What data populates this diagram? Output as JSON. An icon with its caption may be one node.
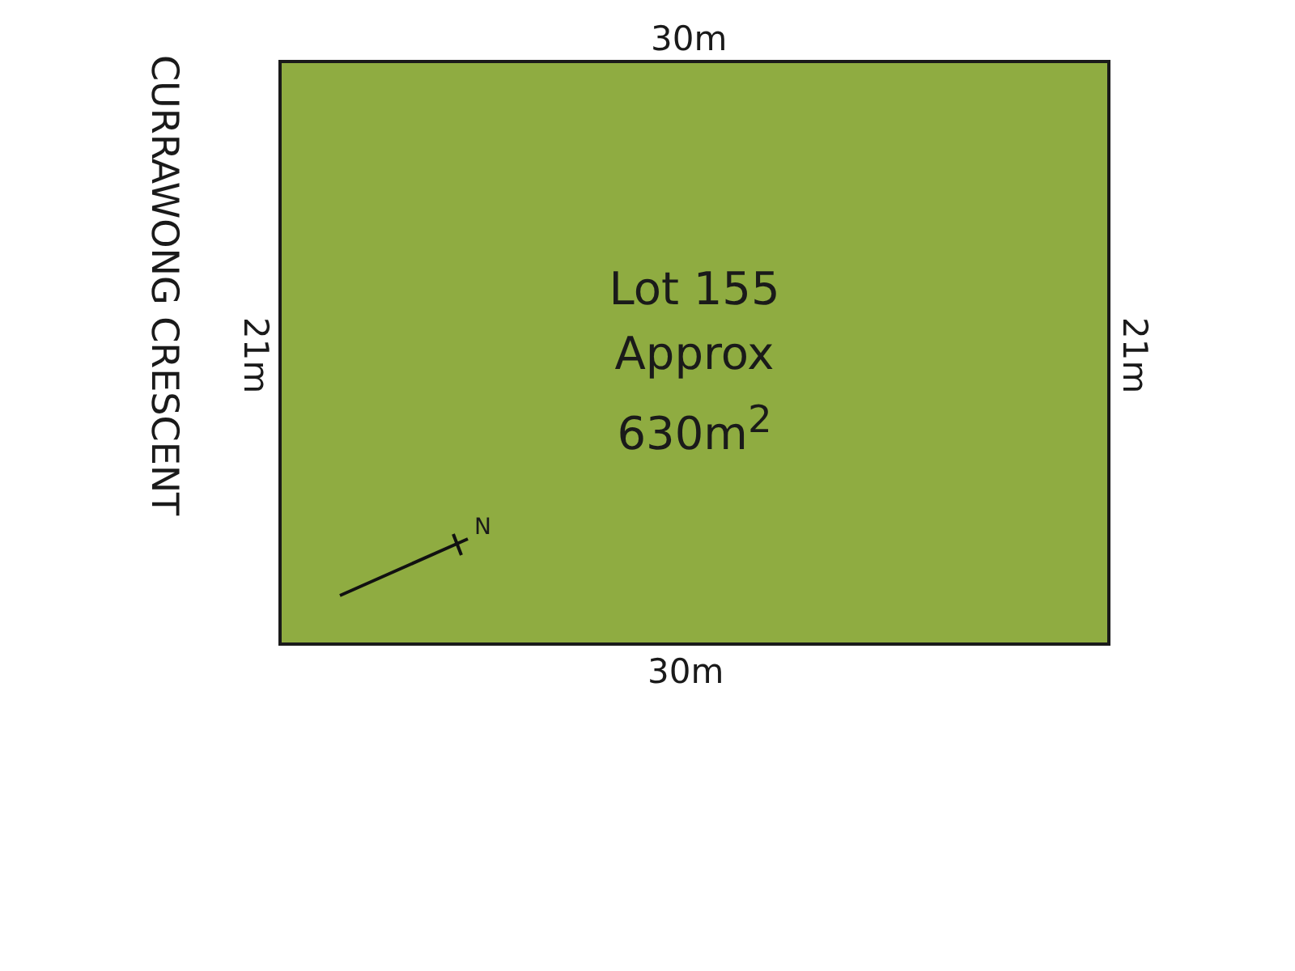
{
  "diagram": {
    "nodes": [
      {
        "text": [
          "Lot 155 Approx 630m$^{2}$"
        ]
      }
    ],
    "edges": [],
    "labels": [
      "30m",
      "CURRAWONG CRESCENT",
      "21m",
      "21m",
      "N",
      "30m"
    ]
  }
}
